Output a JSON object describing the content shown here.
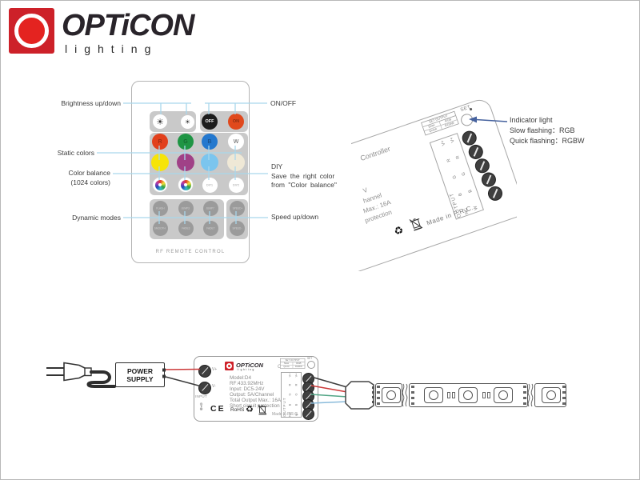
{
  "brand": {
    "name": "OPTiCON",
    "tagline": "lighting"
  },
  "callouts": {
    "brightness": "Brightness up/down",
    "static": "Static colors",
    "balance1": "Color balance",
    "balance2": "(1024 colors)",
    "dynamic": "Dynamic modes",
    "onoff": "ON/OFF",
    "diy_title": "DIY",
    "diy_line1": "Save the right color",
    "diy_line2": "from \"Color balance\"",
    "speed": "Speed up/down"
  },
  "remote": {
    "footer": "RF REMOTE CONTROL",
    "off": "OFF",
    "on": "ON",
    "r": "R",
    "g": "G",
    "b": "B",
    "w": "W",
    "diy1": "DIY1",
    "diy2": "DIY2",
    "modes": [
      "FLASH",
      "JUMP3",
      "JUMP7",
      "SMOOTH",
      "FADE3",
      "FADE7"
    ],
    "speed_up": "SPEED+",
    "speed_down": "SPEED-"
  },
  "indicator": {
    "title": "Indicator light",
    "slow": "Slow flashing：RGB",
    "quick": "Quick flashing：RGBW"
  },
  "controller": {
    "brand": "OPTiCON",
    "tagline": "lighting",
    "title": "Controller",
    "specs": [
      "Model:D4",
      "RF:433.92MHz",
      "Input: DC5-24V",
      "Output: 5A/Channel",
      "Total Output Max.: 16A",
      "Short circuit protection"
    ],
    "input_label": "INPUT",
    "v_plus": "V+",
    "v_minus": "V-",
    "set": "SET",
    "table_header": "SET OUTPUT",
    "table_rows": [
      [
        "Slow",
        "RGB"
      ],
      [
        "Quick",
        "RGBW"
      ]
    ],
    "output_label": "OUTPUT",
    "term_left": [
      "V+",
      "R",
      "G",
      "B",
      "NC"
    ],
    "term_right": [
      "V+",
      "R",
      "G",
      "B",
      "W"
    ],
    "ce": "CE",
    "rohs": "RoHS",
    "made": "Made in P.R.C."
  },
  "tilted": {
    "fragments": [
      "Controller",
      "V",
      "hannel",
      "Max.: 16A",
      "protection"
    ]
  },
  "power": {
    "line1": "POWER",
    "line2": "SUPPLY"
  },
  "icons": {
    "sun": "☀",
    "recycle": "♻"
  },
  "colors": {
    "logo_red": "#cd2129",
    "logo_inner": "#e42320",
    "line_blue": "#a9d7ec",
    "arrow_blue": "#46629e",
    "btn_off": "#1d1d1d",
    "btn_on": "#e0491d",
    "btn_r": "#e2401c",
    "btn_g": "#1f9544",
    "btn_b": "#2478ce",
    "btn_yellow": "#f6e408",
    "btn_purple": "#a04187",
    "btn_lblue": "#7bc5ee",
    "btn_cream": "#efe8d6",
    "wire_red": "#cc3a3a",
    "wire_black": "#3c3c3c",
    "wire_green": "#53a687",
    "wire_blue": "#8abbdb"
  }
}
